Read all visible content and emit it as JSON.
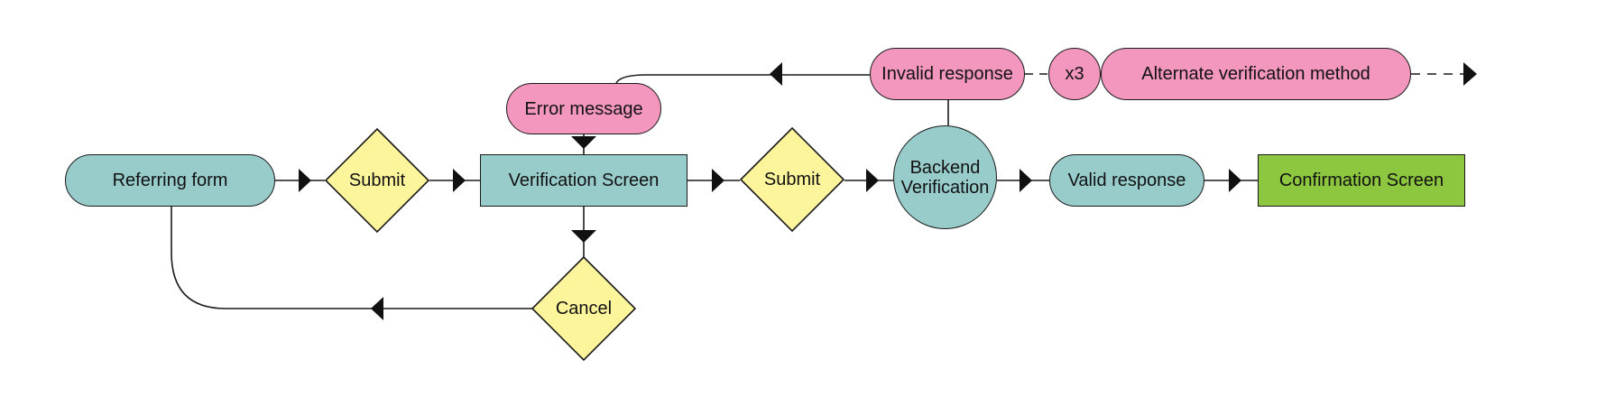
{
  "colors": {
    "teal": "#98cccb",
    "pink": "#f497bf",
    "yellow": "#fdf59c",
    "green": "#8dc63f",
    "stroke": "#1a1a1a"
  },
  "nodes": {
    "referring_form": "Referring form",
    "submit_1": "Submit",
    "verification_screen": "Verification Screen",
    "submit_2": "Submit",
    "backend_verification_line1": "Backend",
    "backend_verification_line2": "Verification",
    "valid_response": "Valid response",
    "confirmation_screen": "Confirmation Screen",
    "cancel": "Cancel",
    "error_message": "Error message",
    "invalid_response": "Invalid response",
    "retry_count": "x3",
    "alternate_method": "Alternate verification method"
  }
}
